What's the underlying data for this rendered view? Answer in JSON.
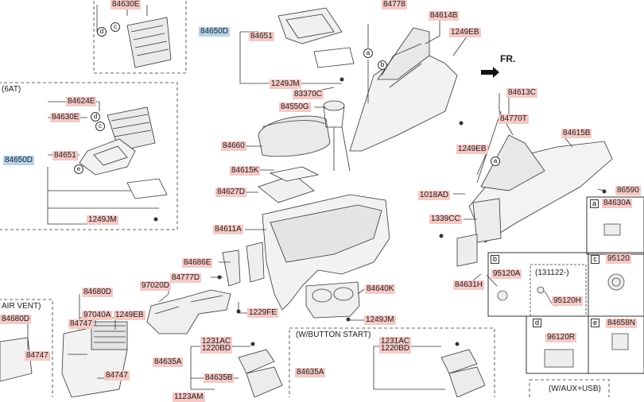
{
  "labels": {
    "p84630E_top": "84630E",
    "p84650D_top": "84650D",
    "p84651_top": "84651",
    "p84778_top": "84778",
    "p84614B": "84614B",
    "p1249EB_top": "1249EB",
    "pFR": "FR.",
    "p1249JM_top": "1249JM",
    "p83370C": "83370C",
    "p84550G": "84550G",
    "p84613C": "84613C",
    "p84770T": "84770T",
    "p84615B": "84615B",
    "p6AT": "(6AT)",
    "p84624E": "84624E",
    "p84630E_mid": "84630E",
    "p84650D_mid": "84650D",
    "p84651_mid": "84651",
    "p1249JM_mid": "1249JM",
    "p84660": "84660",
    "p84615K": "84615K",
    "p84627D": "84627D",
    "p84611A": "84611A",
    "p1249EB_right": "1249EB",
    "p1018AD": "1018AD",
    "p86590": "86590",
    "p1339CC": "1339CC",
    "p84631H": "84631H",
    "p84630A": "84630A",
    "p95120": "95120",
    "p95120A": "95120A",
    "p131122": "(131122-)",
    "p95120H": "95120H",
    "p84686E": "84686E",
    "p84777D": "84777D",
    "p97020D": "97020D",
    "p84640K": "84640K",
    "p1229FE": "1229FE",
    "p1249JM_bot": "1249JM",
    "pAIRVENT": "AIR VENT)",
    "p84680D_left": "84680D",
    "p84747_left": "84747",
    "p84680D_mid": "84680D",
    "p97040A": "97040A",
    "p1249EB_bot": "1249EB",
    "p84747_mid1": "84747",
    "p84747_mid2": "84747",
    "p1231AC_a": "1231AC",
    "p1220BD_a": "1220BD",
    "p84635A_a": "84635A",
    "p84635B": "84635B",
    "p1123AM": "1123AM",
    "pWBUTTON": "(W/BUTTON START)",
    "p1231AC_b": "1231AC",
    "p1220BD_b": "1220BD",
    "p84635A_b": "84635A",
    "p96120R": "96120R",
    "p84658N": "84658N",
    "pWAUXUSB": "(W/AUX+USB)"
  },
  "callouts": {
    "a": "a",
    "b": "b",
    "c": "c",
    "d": "d",
    "e": "e"
  }
}
